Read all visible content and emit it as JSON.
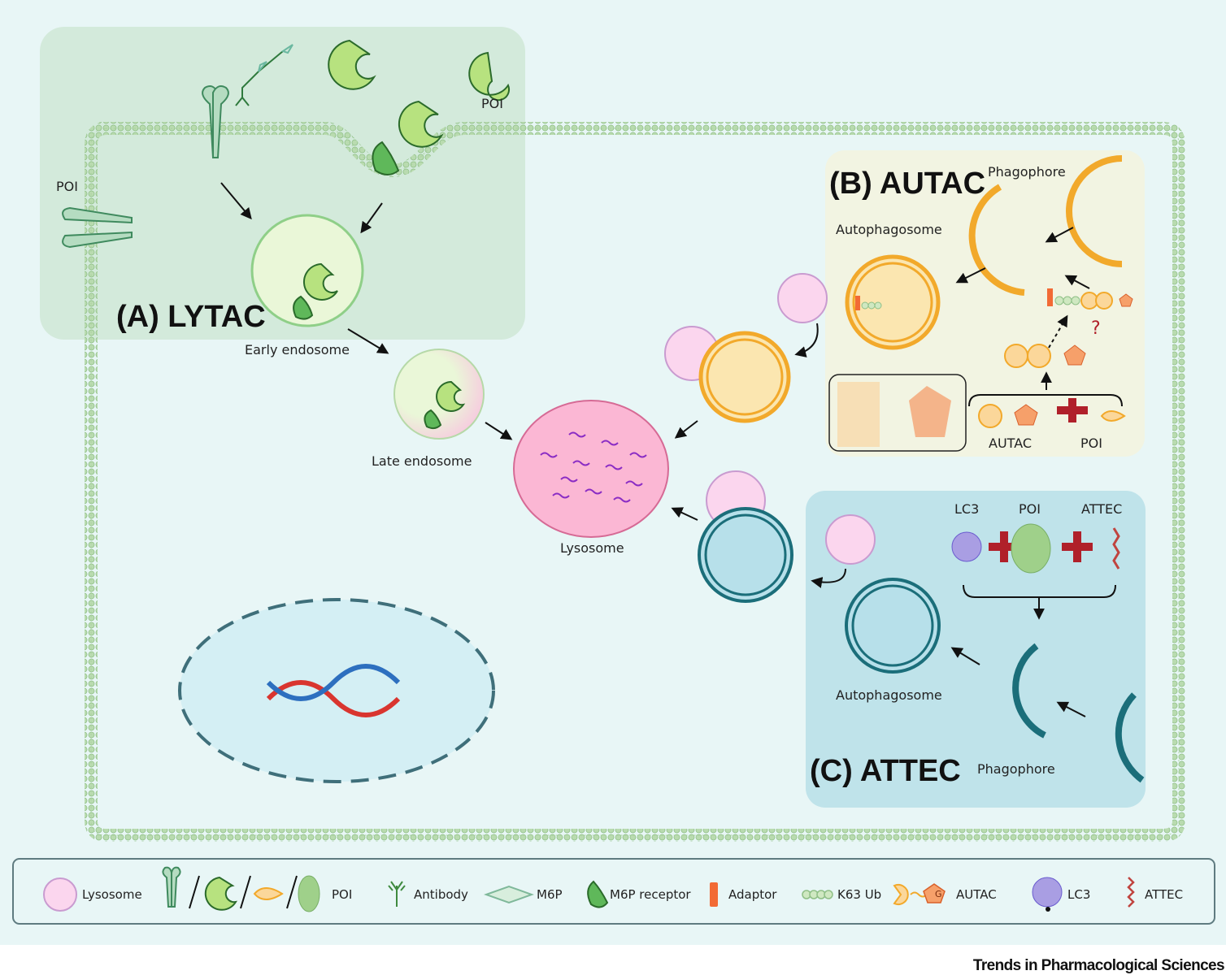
{
  "panels": {
    "lytac": {
      "title": "(A) LYTAC",
      "labels": {
        "poi_top": "POI",
        "poi_left": "POI",
        "early_endosome": "Early endosome",
        "late_endosome": "Late endosome"
      }
    },
    "autac": {
      "title": "(B) AUTAC",
      "labels": {
        "phagophore": "Phagophore",
        "autophagosome": "Autophagosome",
        "autac": "AUTAC",
        "poi": "POI",
        "question": "?"
      }
    },
    "attec": {
      "title": "(C) ATTEC",
      "labels": {
        "lc3": "LC3",
        "poi": "POI",
        "attec": "ATTEC",
        "autophagosome": "Autophagosome",
        "phagophore": "Phagophore"
      }
    }
  },
  "center": {
    "lysosome_label": "Lysosome"
  },
  "legend": {
    "items": [
      {
        "label": "Lysosome",
        "icon": "lysosome-icon"
      },
      {
        "label": "POI",
        "icon": "poi-icons"
      },
      {
        "label": "Antibody",
        "icon": "antibody-icon"
      },
      {
        "label": "M6P",
        "icon": "m6p-icon"
      },
      {
        "label": "M6P receptor",
        "icon": "m6p-receptor-icon"
      },
      {
        "label": "Adaptor",
        "icon": "adaptor-icon"
      },
      {
        "label": "K63 Ub",
        "icon": "k63-ub-icon"
      },
      {
        "label": "AUTAC",
        "icon": "autac-icon"
      },
      {
        "label": "LC3",
        "icon": "lc3-icon"
      },
      {
        "label": "ATTEC",
        "icon": "attec-icon"
      }
    ],
    "g_letter": "G"
  },
  "colors": {
    "background": "#e8f6f6",
    "lytac_panel": "#d3eadb",
    "autac_panel": "#f2f4e2",
    "attec_panel": "#bfe3ea",
    "lysosome_pink": "#fbd6ee",
    "autac_orange": "#f6b13b",
    "attec_teal": "#1b6e7a",
    "plus_red": "#b0202a"
  },
  "footer": {
    "journal": "Trends in Pharmacological Sciences"
  }
}
